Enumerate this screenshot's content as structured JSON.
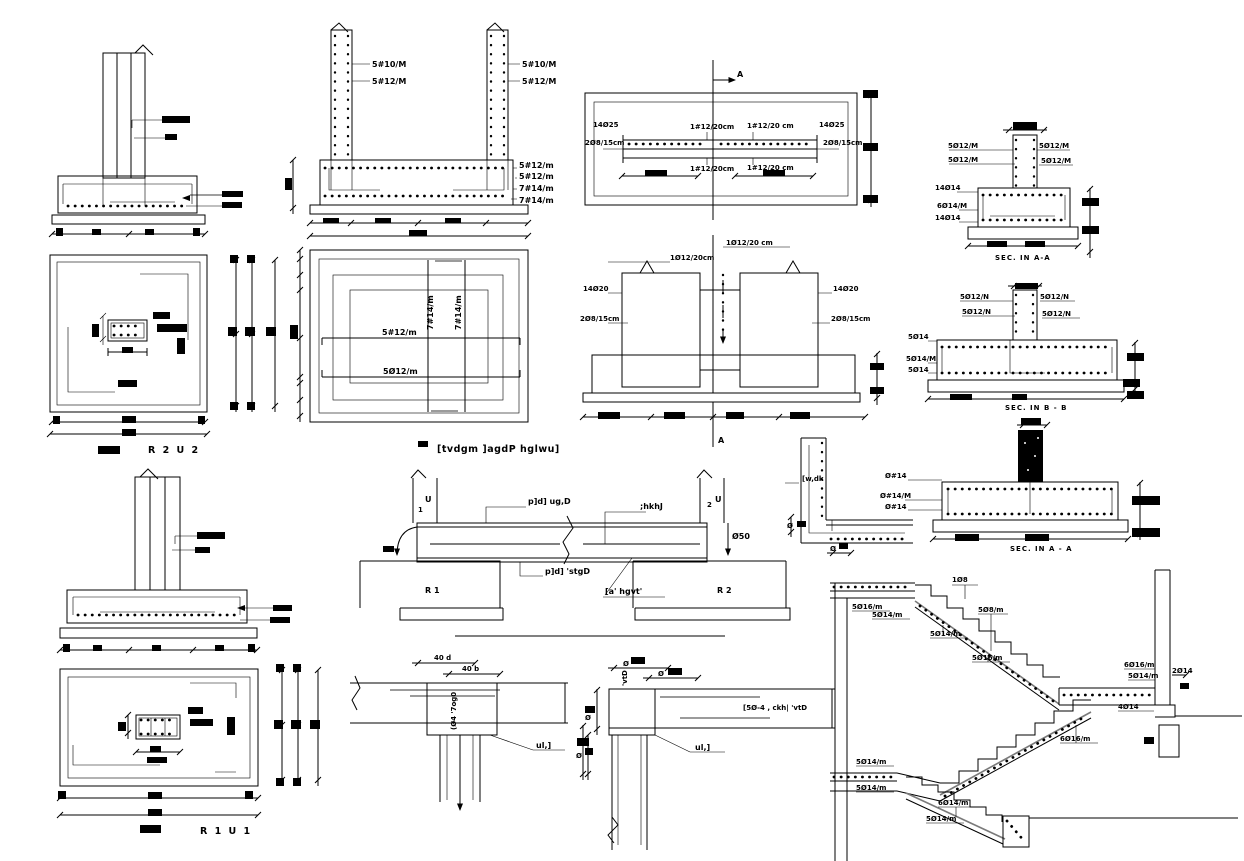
{
  "canvas": {
    "paper": "#ffffff",
    "ink": "#000000",
    "gray": "#7a7a7a"
  },
  "combined_footing_elevation": {
    "left_column_bars": [
      "5#10/M",
      "5#12/M"
    ],
    "right_column_bars": [
      "5#10/M",
      "5#12/M"
    ],
    "footing_bars": [
      "5#12/m",
      "5#12/m",
      "7#14/m",
      "7#14/m"
    ]
  },
  "combined_footing_plan": {
    "long_bars_vertical": [
      "7#14/m",
      "7#14/m"
    ],
    "long_bars_horizontal": [
      "5#12/m",
      "5Ø12/m"
    ],
    "caption": "[tvdgm ]agdP hglwu]"
  },
  "footing_plan_r2": {
    "caption": "R 2  U 2"
  },
  "footing_plan_r1": {
    "caption": "R 1  U 1"
  },
  "raft_slab_plan": {
    "section_marker": "A",
    "left_bar": "14Ø25",
    "right_bar": "14Ø25",
    "left_edge_bar": "2Ø8/15cm",
    "right_edge_bar": "2Ø8/15cm",
    "top_bars": [
      "1#12/20cm",
      "1#12/20 cm"
    ],
    "bottom_bars": [
      "1#12/20cm",
      "1#12/20 cm"
    ]
  },
  "wall_elevation": {
    "section_marker": "A",
    "top_bar": "1Ø12/20 cm",
    "mid_bar": "1Ø12/20cm",
    "left_bar": "14Ø20",
    "right_bar": "14Ø20",
    "left_edge_bar": "2Ø8/15cm",
    "right_edge_bar": "2Ø8/15cm"
  },
  "wall_section_a1": {
    "caption": "SEC. IN A-A",
    "left_bars": [
      "5Ø12/M",
      "5Ø12/M",
      "14Ø14",
      "6Ø14/M",
      "14Ø14"
    ],
    "right_bars": [
      "5Ø12/M",
      "5Ø12/M"
    ]
  },
  "wall_section_b": {
    "caption": "SEC. IN B - B",
    "left_bars": [
      "5Ø12/N",
      "5Ø12/N",
      "5Ø14",
      "5Ø14/M",
      "5Ø14"
    ],
    "right_bars": [
      "5Ø12/N",
      "5Ø12/N"
    ]
  },
  "wall_section_a2": {
    "caption": "SEC. IN A - A",
    "left_bars": [
      "Ø#14",
      "Ø#14/M",
      "Ø#14"
    ]
  },
  "tie_beam": {
    "left_footing": "R 1",
    "right_footing": "R 2",
    "left_column": "U",
    "left_column_no": "1",
    "right_column": "U",
    "right_column_no": "2",
    "top_bar_note": "p]d] ug,D",
    "stirrup_note": ";hkhJ",
    "bottom_bar_note": "p]d] 'stgD",
    "ground_note": "[a' hgvt'",
    "sleeve_note": "Ø50"
  },
  "corner_detail": {
    "wall_note": "[w,dk",
    "dia_left": "Ø",
    "dia_bottom": "Ø"
  },
  "anchorage_detail_interior": {
    "dim_top": "40 d",
    "dim_mid": "40 b",
    "bar_note": "(Ø4 '7og0",
    "column_note": "ul,]",
    "dia_right": "Ø"
  },
  "anchorage_detail_corner": {
    "dim_top": "Ø",
    "dim_mid": "Ø",
    "bar_note": "'vtD",
    "column_note": "ul,]",
    "beam_note": "[5Ø-4 , ckh| 'vtD",
    "dia_left": "Ø"
  },
  "staircase": {
    "labels": [
      "1Ø8",
      "5Ø16/m",
      "5Ø14/m",
      "5Ø8/m",
      "5Ø14/m",
      "5Ø16/m",
      "6Ø16/m",
      "5Ø14/m",
      "2Ø14",
      "4Ø14",
      "6Ø16/m",
      "5Ø14/m",
      "5Ø14/m",
      "6Ø14/m",
      "5Ø14/m"
    ]
  }
}
